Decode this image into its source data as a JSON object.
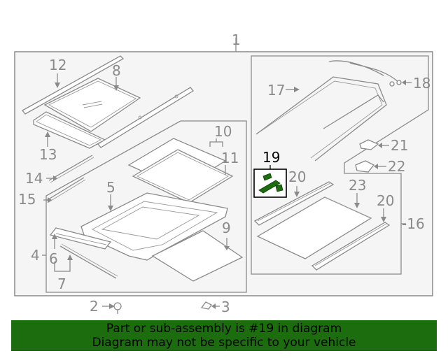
{
  "diagram": {
    "callouts": {
      "c1": "1",
      "c2": "2",
      "c3": "3",
      "c4": "4",
      "c5": "5",
      "c6": "6",
      "c7": "7",
      "c8": "8",
      "c9": "9",
      "c10": "10",
      "c11": "11",
      "c12": "12",
      "c13": "13",
      "c14": "14",
      "c15": "15",
      "c16": "-16",
      "c17": "17",
      "c18": "18",
      "c19": "19",
      "c20a": "20",
      "c20b": "20",
      "c21": "21",
      "c22": "22",
      "c23": "23"
    },
    "highlighted_part": "19",
    "colors": {
      "line": "#8a8a8a",
      "panel_fill": "#f5f5f5",
      "highlight_part": "#1c6d0e",
      "banner_bg": "#1c6d0e"
    }
  },
  "footer": {
    "line1": "Part or sub-assembly is #19 in diagram",
    "line2": "Diagram may not be specific to your vehicle"
  }
}
